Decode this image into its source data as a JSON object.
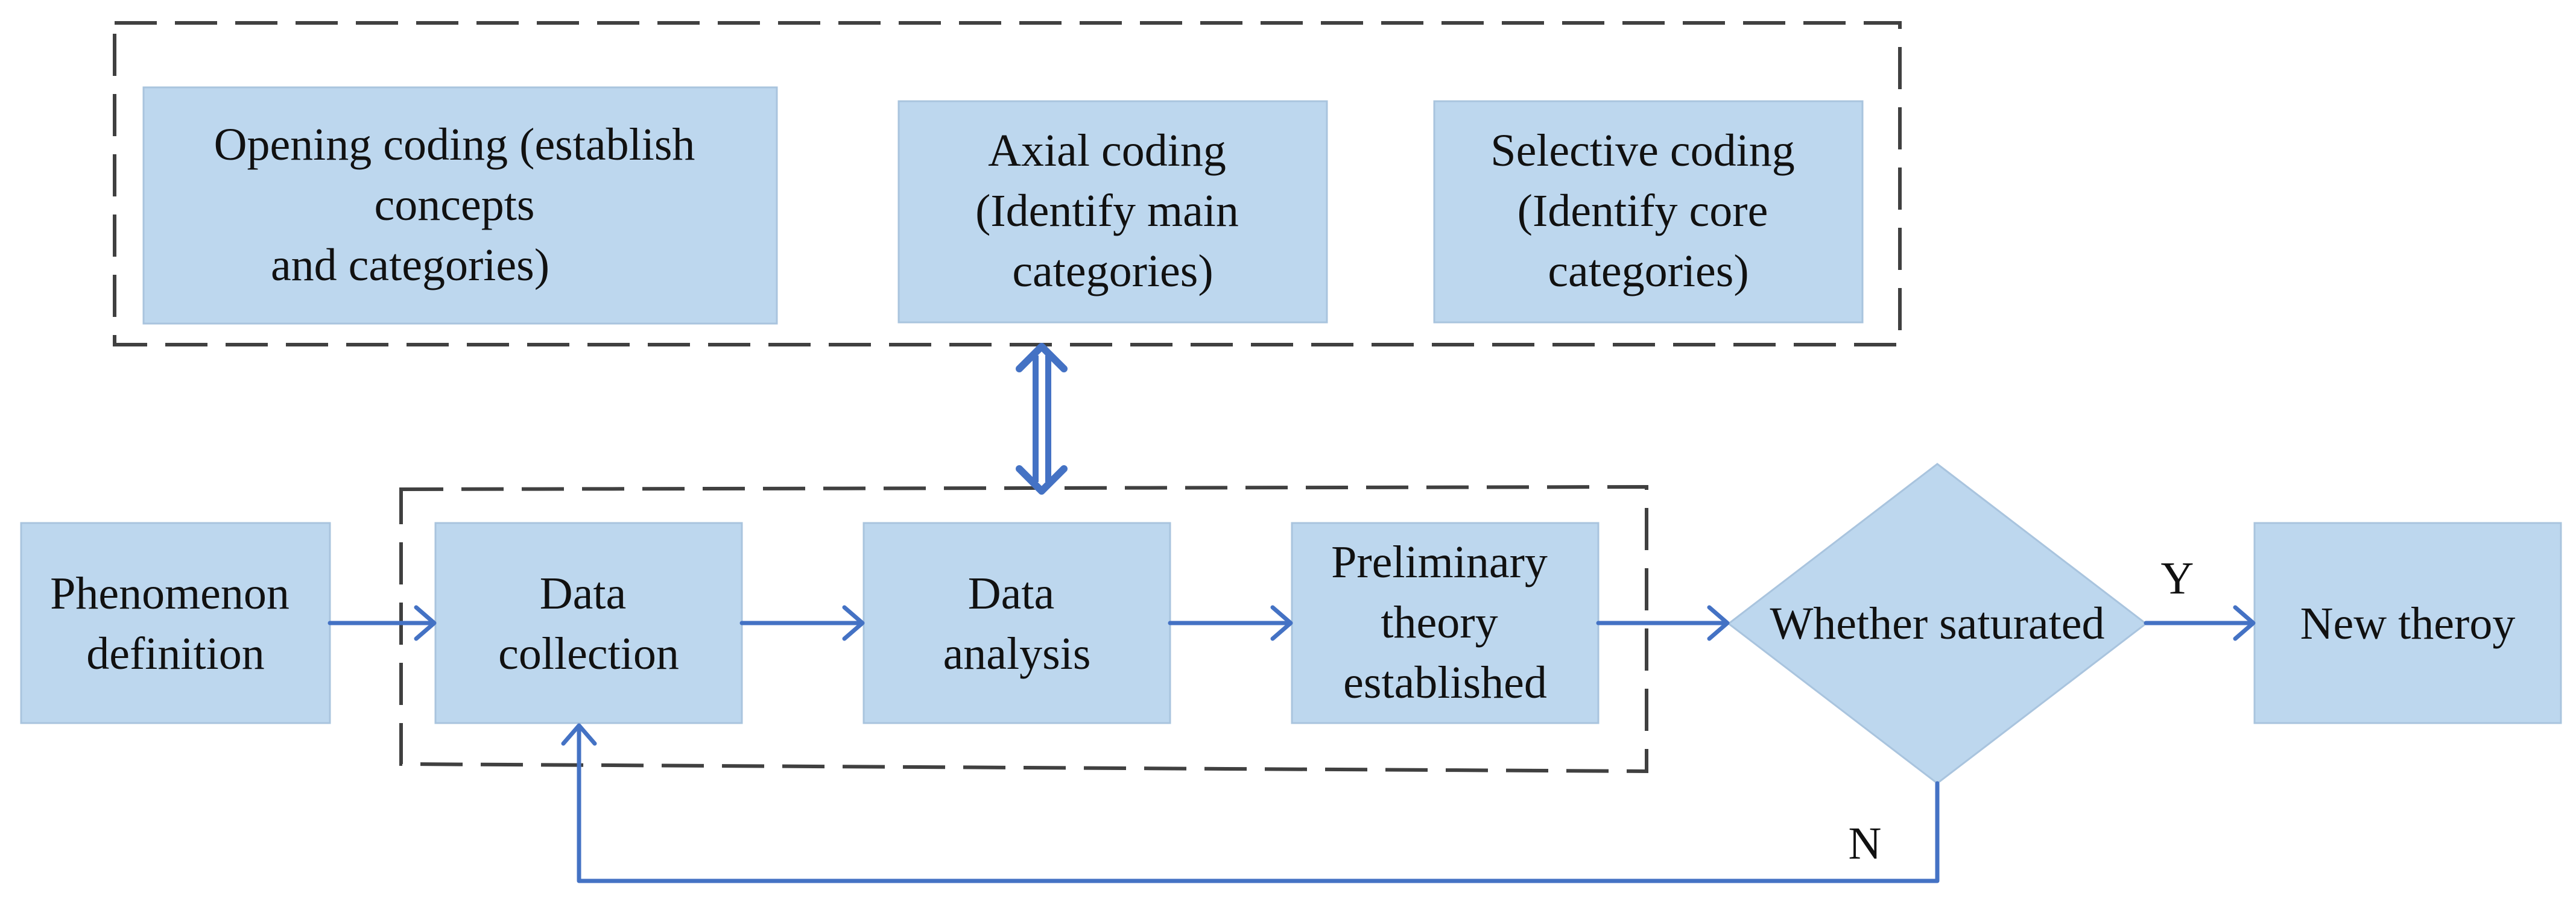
{
  "colors": {
    "box_fill": "#bdd7ee",
    "box_stroke": "#a9c4de",
    "arrow": "#4472c4",
    "dashed_border": "#404040"
  },
  "coding_group": {
    "open_coding": [
      "Opening coding (establish",
      "concepts",
      "and categories)"
    ],
    "axial_coding": [
      "Axial coding",
      "(Identify main",
      "categories)"
    ],
    "selective_coding": [
      "Selective coding",
      "(Identify core",
      "categories)"
    ]
  },
  "process": {
    "phenomenon_definition": [
      "Phenomenon",
      "definition"
    ],
    "data_collection": [
      "Data",
      "collection"
    ],
    "data_analysis": [
      "Data",
      "analysis"
    ],
    "preliminary_theory": [
      "Preliminary",
      "theory",
      "established"
    ],
    "decision": "Whether saturated",
    "new_theory": "New theroy"
  },
  "labels": {
    "yes": "Y",
    "no": "N"
  }
}
